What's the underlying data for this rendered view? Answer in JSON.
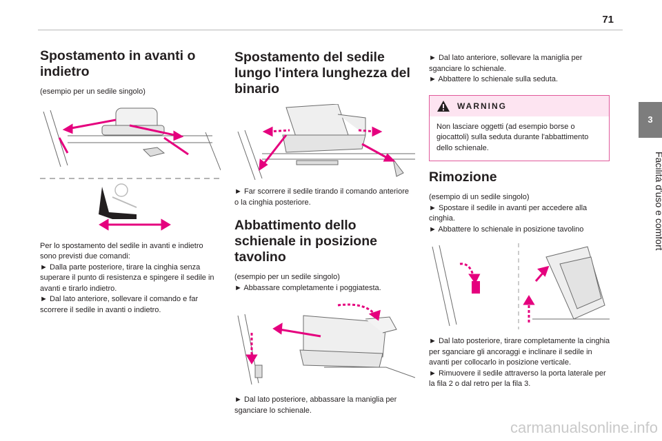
{
  "page_number": "71",
  "chapter": {
    "number": "3",
    "title": "Facilità d'uso e comfort"
  },
  "col1": {
    "heading": "Spostamento in avanti o indietro",
    "subtitle": "(esempio per un sedile singolo)",
    "body": [
      "Per lo spostamento del sedile in avanti e indietro sono previsti due comandi:",
      "► Dalla parte posteriore, tirare la cinghia senza superare il punto di resistenza e spingere il sedile in avanti e tirarlo indietro.",
      "► Dal lato anteriore, sollevare il comando e far scorrere il sedile in avanti o indietro."
    ]
  },
  "col2": {
    "heading1": "Spostamento del sedile lungo l'intera lunghezza del binario",
    "step1": "► Far scorrere il sedile tirando il comando anteriore o la cinghia posteriore.",
    "heading2": "Abbattimento dello schienale in posizione tavolino",
    "subtitle2": "(esempio per un sedile singolo)",
    "step2": "► Abbassare completamente i poggiatesta.",
    "step3": "► Dal lato posteriore, abbassare la maniglia per sganciare lo schienale."
  },
  "col3": {
    "steps_top": [
      "► Dal lato anteriore, sollevare la maniglia per sganciare lo schienale.",
      "► Abbattere lo schienale sulla seduta."
    ],
    "warning": {
      "title": "WARNING",
      "text": "Non lasciare oggetti (ad esempio borse o giocattoli) sulla seduta durante l'abbattimento dello schienale."
    },
    "heading": "Rimozione",
    "intro": [
      "(esempio di un sedile singolo)",
      "► Spostare il sedile in avanti per accedere alla cinghia.",
      "► Abbattere lo schienale in posizione tavolino"
    ],
    "steps_bottom": [
      "► Dal lato posteriore, tirare completamente la cinghia per sganciare gli ancoraggi e inclinare il sedile in avanti per collocarlo in posizione verticale.",
      "► Rimuovere il sedile attraverso la porta laterale per la fila 2 o dal retro per la fila 3."
    ]
  },
  "watermark": "carmanualsonline.info",
  "colors": {
    "accent": "#e5007e",
    "warning_bg": "#fde4f1",
    "tab": "#7d7d7d"
  }
}
